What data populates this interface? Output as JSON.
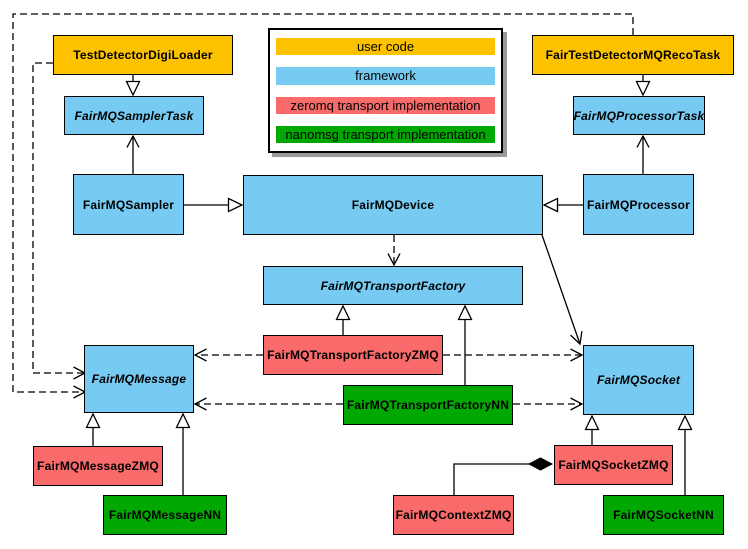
{
  "legend": {
    "items": [
      {
        "label": "user code",
        "color": "#FCC200"
      },
      {
        "label": "framework",
        "color": "#77CBF2"
      },
      {
        "label": "zeromq transport implementation",
        "color": "#F96B6B"
      },
      {
        "label": "nanomsg transport implementation",
        "color": "#02A802"
      }
    ]
  },
  "nodes": [
    {
      "id": "TestDetectorDigiLoader",
      "label": "TestDetectorDigiLoader",
      "category": "user code",
      "abstract": false
    },
    {
      "id": "FairTestDetectorMQRecoTask",
      "label": "FairTestDetectorMQRecoTask",
      "category": "user code",
      "abstract": false
    },
    {
      "id": "FairMQSamplerTask",
      "label": "FairMQSamplerTask",
      "category": "framework",
      "abstract": true
    },
    {
      "id": "FairMQProcessorTask",
      "label": "FairMQProcessorTask",
      "category": "framework",
      "abstract": true
    },
    {
      "id": "FairMQSampler",
      "label": "FairMQSampler",
      "category": "framework",
      "abstract": false
    },
    {
      "id": "FairMQDevice",
      "label": "FairMQDevice",
      "category": "framework",
      "abstract": false
    },
    {
      "id": "FairMQProcessor",
      "label": "FairMQProcessor",
      "category": "framework",
      "abstract": false
    },
    {
      "id": "FairMQTransportFactory",
      "label": "FairMQTransportFactory",
      "category": "framework",
      "abstract": true
    },
    {
      "id": "FairMQTransportFactoryZMQ",
      "label": "FairMQTransportFactoryZMQ",
      "category": "zeromq transport implementation",
      "abstract": false
    },
    {
      "id": "FairMQTransportFactoryNN",
      "label": "FairMQTransportFactoryNN",
      "category": "nanomsg transport implementation",
      "abstract": false
    },
    {
      "id": "FairMQMessage",
      "label": "FairMQMessage",
      "category": "framework",
      "abstract": true
    },
    {
      "id": "FairMQSocket",
      "label": "FairMQSocket",
      "category": "framework",
      "abstract": true
    },
    {
      "id": "FairMQMessageZMQ",
      "label": "FairMQMessageZMQ",
      "category": "zeromq transport implementation",
      "abstract": false
    },
    {
      "id": "FairMQMessageNN",
      "label": "FairMQMessageNN",
      "category": "nanomsg transport implementation",
      "abstract": false
    },
    {
      "id": "FairMQContextZMQ",
      "label": "FairMQContextZMQ",
      "category": "zeromq transport implementation",
      "abstract": false
    },
    {
      "id": "FairMQSocketZMQ",
      "label": "FairMQSocketZMQ",
      "category": "zeromq transport implementation",
      "abstract": false
    },
    {
      "id": "FairMQSocketNN",
      "label": "FairMQSocketNN",
      "category": "nanomsg transport implementation",
      "abstract": false
    }
  ],
  "edges": [
    {
      "from": "TestDetectorDigiLoader",
      "to": "FairMQSamplerTask",
      "line": "solid",
      "head": "hollow-triangle"
    },
    {
      "from": "FairTestDetectorMQRecoTask",
      "to": "FairMQProcessorTask",
      "line": "solid",
      "head": "hollow-triangle"
    },
    {
      "from": "FairMQSampler",
      "to": "FairMQSamplerTask",
      "line": "solid",
      "head": "open-arrow"
    },
    {
      "from": "FairMQProcessor",
      "to": "FairMQProcessorTask",
      "line": "solid",
      "head": "open-arrow"
    },
    {
      "from": "FairMQSampler",
      "to": "FairMQDevice",
      "line": "solid",
      "head": "hollow-triangle"
    },
    {
      "from": "FairMQProcessor",
      "to": "FairMQDevice",
      "line": "solid",
      "head": "hollow-triangle"
    },
    {
      "from": "FairMQDevice",
      "to": "FairMQTransportFactory",
      "line": "dashed",
      "head": "open-arrow"
    },
    {
      "from": "FairMQDevice",
      "to": "FairMQSocket",
      "line": "solid",
      "head": "open-arrow"
    },
    {
      "from": "FairMQTransportFactoryZMQ",
      "to": "FairMQTransportFactory",
      "line": "solid",
      "head": "hollow-triangle"
    },
    {
      "from": "FairMQTransportFactoryNN",
      "to": "FairMQTransportFactory",
      "line": "solid",
      "head": "hollow-triangle"
    },
    {
      "from": "FairMQTransportFactoryZMQ",
      "to": "FairMQMessage",
      "line": "dashed",
      "head": "open-arrow"
    },
    {
      "from": "FairMQTransportFactoryZMQ",
      "to": "FairMQSocket",
      "line": "dashed",
      "head": "open-arrow"
    },
    {
      "from": "FairMQTransportFactoryNN",
      "to": "FairMQMessage",
      "line": "dashed",
      "head": "open-arrow"
    },
    {
      "from": "FairMQTransportFactoryNN",
      "to": "FairMQSocket",
      "line": "dashed",
      "head": "open-arrow"
    },
    {
      "from": "FairMQMessageZMQ",
      "to": "FairMQMessage",
      "line": "solid",
      "head": "hollow-triangle"
    },
    {
      "from": "FairMQMessageNN",
      "to": "FairMQMessage",
      "line": "solid",
      "head": "hollow-triangle"
    },
    {
      "from": "FairMQSocketZMQ",
      "to": "FairMQSocket",
      "line": "solid",
      "head": "hollow-triangle"
    },
    {
      "from": "FairMQSocketNN",
      "to": "FairMQSocket",
      "line": "solid",
      "head": "hollow-triangle"
    },
    {
      "from": "FairMQContextZMQ",
      "to": "FairMQSocketZMQ",
      "line": "solid",
      "head": "filled-diamond"
    },
    {
      "from": "TestDetectorDigiLoader",
      "to": "FairMQMessage",
      "line": "dashed",
      "head": "open-arrow"
    },
    {
      "from": "FairTestDetectorMQRecoTask",
      "to": "FairMQMessage",
      "line": "dashed",
      "head": "open-arrow"
    }
  ],
  "colors": {
    "user_code": "#FCC200",
    "framework": "#77CBF2",
    "zeromq": "#F96B6B",
    "nanomsg": "#02A802",
    "border": "#000000",
    "background": "#FFFFFF"
  }
}
